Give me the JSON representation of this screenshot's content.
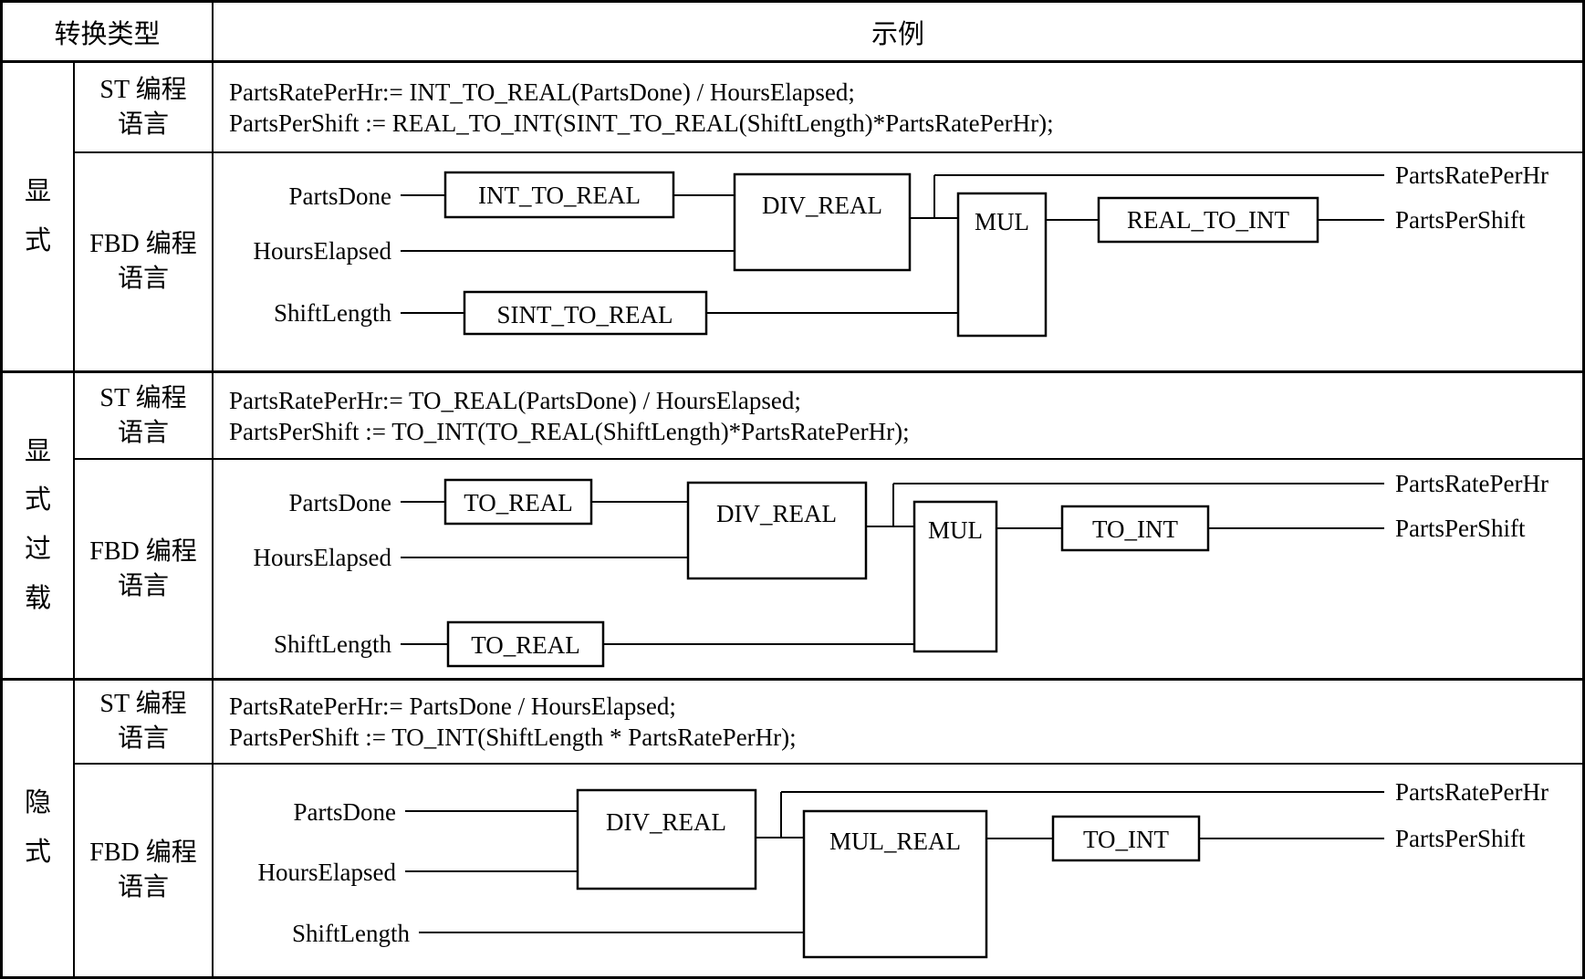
{
  "colors": {
    "border": "#000000",
    "background": "#ffffff",
    "text": "#000000"
  },
  "table": {
    "header": {
      "type_col": "转换类型",
      "example_col": "示例"
    },
    "groups": [
      {
        "type_label": "显式",
        "st_label": "ST 编程\n语言",
        "fbd_label": "FBD 编程\n语言",
        "st_code": [
          "PartsRatePerHr:= INT_TO_REAL(PartsDone) / HoursElapsed;",
          "PartsPerShift := REAL_TO_INT(SINT_TO_REAL(ShiftLength)*PartsRatePerHr);"
        ],
        "fbd": {
          "input_partsdone": "PartsDone",
          "input_hourselapsed": "HoursElapsed",
          "input_shiftlength": "ShiftLength",
          "block_conv_top": "INT_TO_REAL",
          "block_div": "DIV_REAL",
          "block_mul": "MUL",
          "block_conv_bottom": "SINT_TO_REAL",
          "block_conv_out": "REAL_TO_INT",
          "output_rate": "PartsRatePerHr",
          "output_shift": "PartsPerShift"
        }
      },
      {
        "type_label": "显式过载",
        "st_label": "ST 编程\n语言",
        "fbd_label": "FBD 编程\n语言",
        "st_code": [
          "PartsRatePerHr:= TO_REAL(PartsDone) / HoursElapsed;",
          "PartsPerShift := TO_INT(TO_REAL(ShiftLength)*PartsRatePerHr);"
        ],
        "fbd": {
          "input_partsdone": "PartsDone",
          "input_hourselapsed": "HoursElapsed",
          "input_shiftlength": "ShiftLength",
          "block_conv_top": "TO_REAL",
          "block_div": "DIV_REAL",
          "block_mul": "MUL",
          "block_conv_bottom": "TO_REAL",
          "block_conv_out": "TO_INT",
          "output_rate": "PartsRatePerHr",
          "output_shift": "PartsPerShift"
        }
      },
      {
        "type_label": "隐式",
        "st_label": "ST 编程\n语言",
        "fbd_label": "FBD 编程\n语言",
        "st_code": [
          "PartsRatePerHr:= PartsDone / HoursElapsed;",
          "PartsPerShift := TO_INT(ShiftLength * PartsRatePerHr);"
        ],
        "fbd": {
          "input_partsdone": "PartsDone",
          "input_hourselapsed": "HoursElapsed",
          "input_shiftlength": "ShiftLength",
          "block_div": "DIV_REAL",
          "block_mul": "MUL_REAL",
          "block_conv_out": "TO_INT",
          "output_rate": "PartsRatePerHr",
          "output_shift": "PartsPerShift"
        }
      }
    ]
  }
}
